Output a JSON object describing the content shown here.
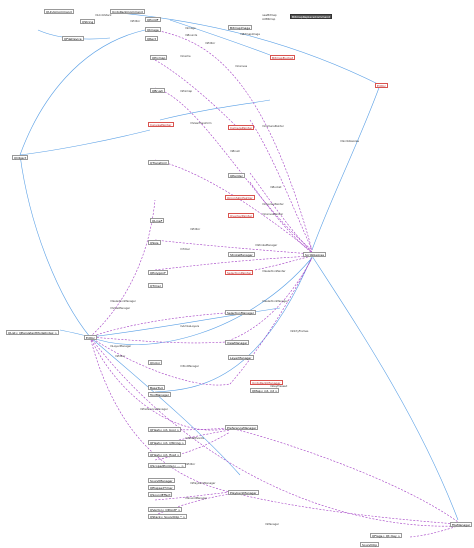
{
  "colors": {
    "blue_edge": "#5aa0e6",
    "purple_edge": "#a23cc4",
    "dark_node": "#555555",
    "red_node": "#d9534f",
    "orange_node": "#e8a07a"
  },
  "nodes": {
    "qundo_command": "QUndoCommand",
    "undo_redo_command": "UndoRedoCommand",
    "qstring": "QString",
    "qpoint_f": "QPointF",
    "qimage": "QImage",
    "bitmap_image": "BitmapImage",
    "bitmap_replace_command": "BitmapReplaceCommand",
    "qrect": "QRect",
    "qpixmap": "QPixmap",
    "qbrush": "QBrush",
    "qobject": "QObject",
    "qfile_device": "QFileDevice",
    "qlist": "QList< QPersistentModelIndex >",
    "qpainter": "QPainter",
    "bitmap_bucket": "BitmapBucket",
    "qtransform": "QTransform",
    "qline_f": "QLineF",
    "qsize": "QSize",
    "qpolygon_f": "QPolygonF",
    "qtimer": "QTimer",
    "qcolor": "QColor",
    "editor": "Editor",
    "base_tool": "BaseTool",
    "camera_painter": "CameraPainter",
    "canvas_painter": "CanvasPainter",
    "overlay_painter": "OverlayPainter",
    "onion_skin_painter": "OnionSkinPainter",
    "scribble_area": "ScribbleArea",
    "stroke_manager": "StrokeManager",
    "selection_painter": "SelectionPainter",
    "selection_manager": "SelectionManager",
    "view_manager": "ViewManager",
    "layer_manager": "LayerManager",
    "tool_manager": "ToolManager",
    "undo_redo_manager": "UndoRedoManager",
    "preference_manager": "PreferenceManager",
    "playback_manager": "PlaybackManager",
    "sound_manager": "SoundManager",
    "sound_clip": "SoundClip",
    "qmap": "QMap< int, int >",
    "qhash": "QHash< int, bool >",
    "qhash2": "QHash< int, QString >",
    "qhash3": "QHash< int, float >",
    "qelapsed_timer": "QElapsedTimer",
    "qsound_effect": "QSoundEffect",
    "file_manager": "FileManager",
    "qflags": "QFlags< Qt::Key >",
    "qvector": "QVector< QPointF >",
    "qstack": "QStack< SoundClip * >",
    "qscopedpointer": "QScopedPointer< ... >"
  },
  "edge_labels": {
    "undo_stack": "mUndoStack",
    "editor": "mEditor",
    "mgr": "mManager",
    "cache": "mCache",
    "bitmap_image": "mBitmapImage",
    "new_bitmap": "newBitmap",
    "old_bitmap": "oldBitmap",
    "bounds": "mBounds",
    "image": "mImage",
    "pixmap": "mPixmap",
    "brush": "mBrush",
    "canvas": "mCanvas",
    "camera_painter": "mCameraPainter",
    "canvas_painter": "mCanvasPainter",
    "overlay_painter": "mOverlayPainter",
    "selection_painter": "mSelectionPainter",
    "stroke_manager": "mStrokeManager",
    "selection_manager": "mSelectionManager",
    "view_manager": "mViewManager",
    "layer_manager": "mLayerManager",
    "tool_manager": "mToolManager",
    "playback_manager": "mPlaybackManager",
    "sound_manager": "mSoundManager",
    "preference_manager": "mPreferenceManager",
    "scribble_area": "mScribbleArea",
    "timer": "mTimer",
    "transform": "mViewTransform",
    "bucket": "mBucket",
    "active_layers": "mActiveLayers",
    "key_pressed": "mKeyPressed",
    "tablet": "mTabletEvents",
    "dirty_frames": "mDirtyFrames"
  }
}
